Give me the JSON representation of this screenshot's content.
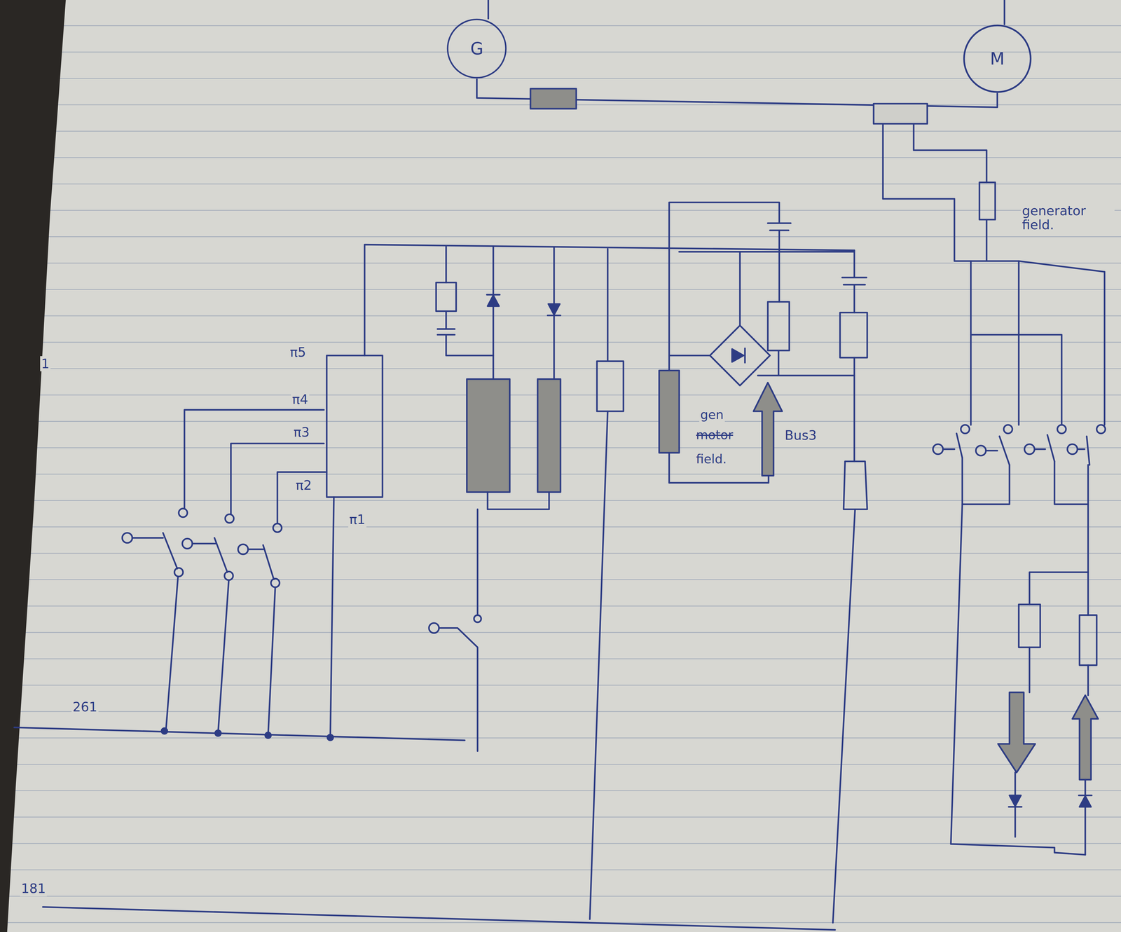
{
  "diagram": {
    "nodes": [
      {
        "text": [
          "G"
        ]
      },
      {
        "text": [
          "M"
        ]
      }
    ],
    "edges": [
      {
        "from": 0,
        "to": 1,
        "arrow": "none"
      }
    ],
    "labels": [
      "π5",
      "π4",
      "π3",
      "π2",
      "π1",
      "261",
      "181",
      "1",
      "gen",
      "motor",
      "field.",
      "Bus3",
      "generator field."
    ]
  }
}
